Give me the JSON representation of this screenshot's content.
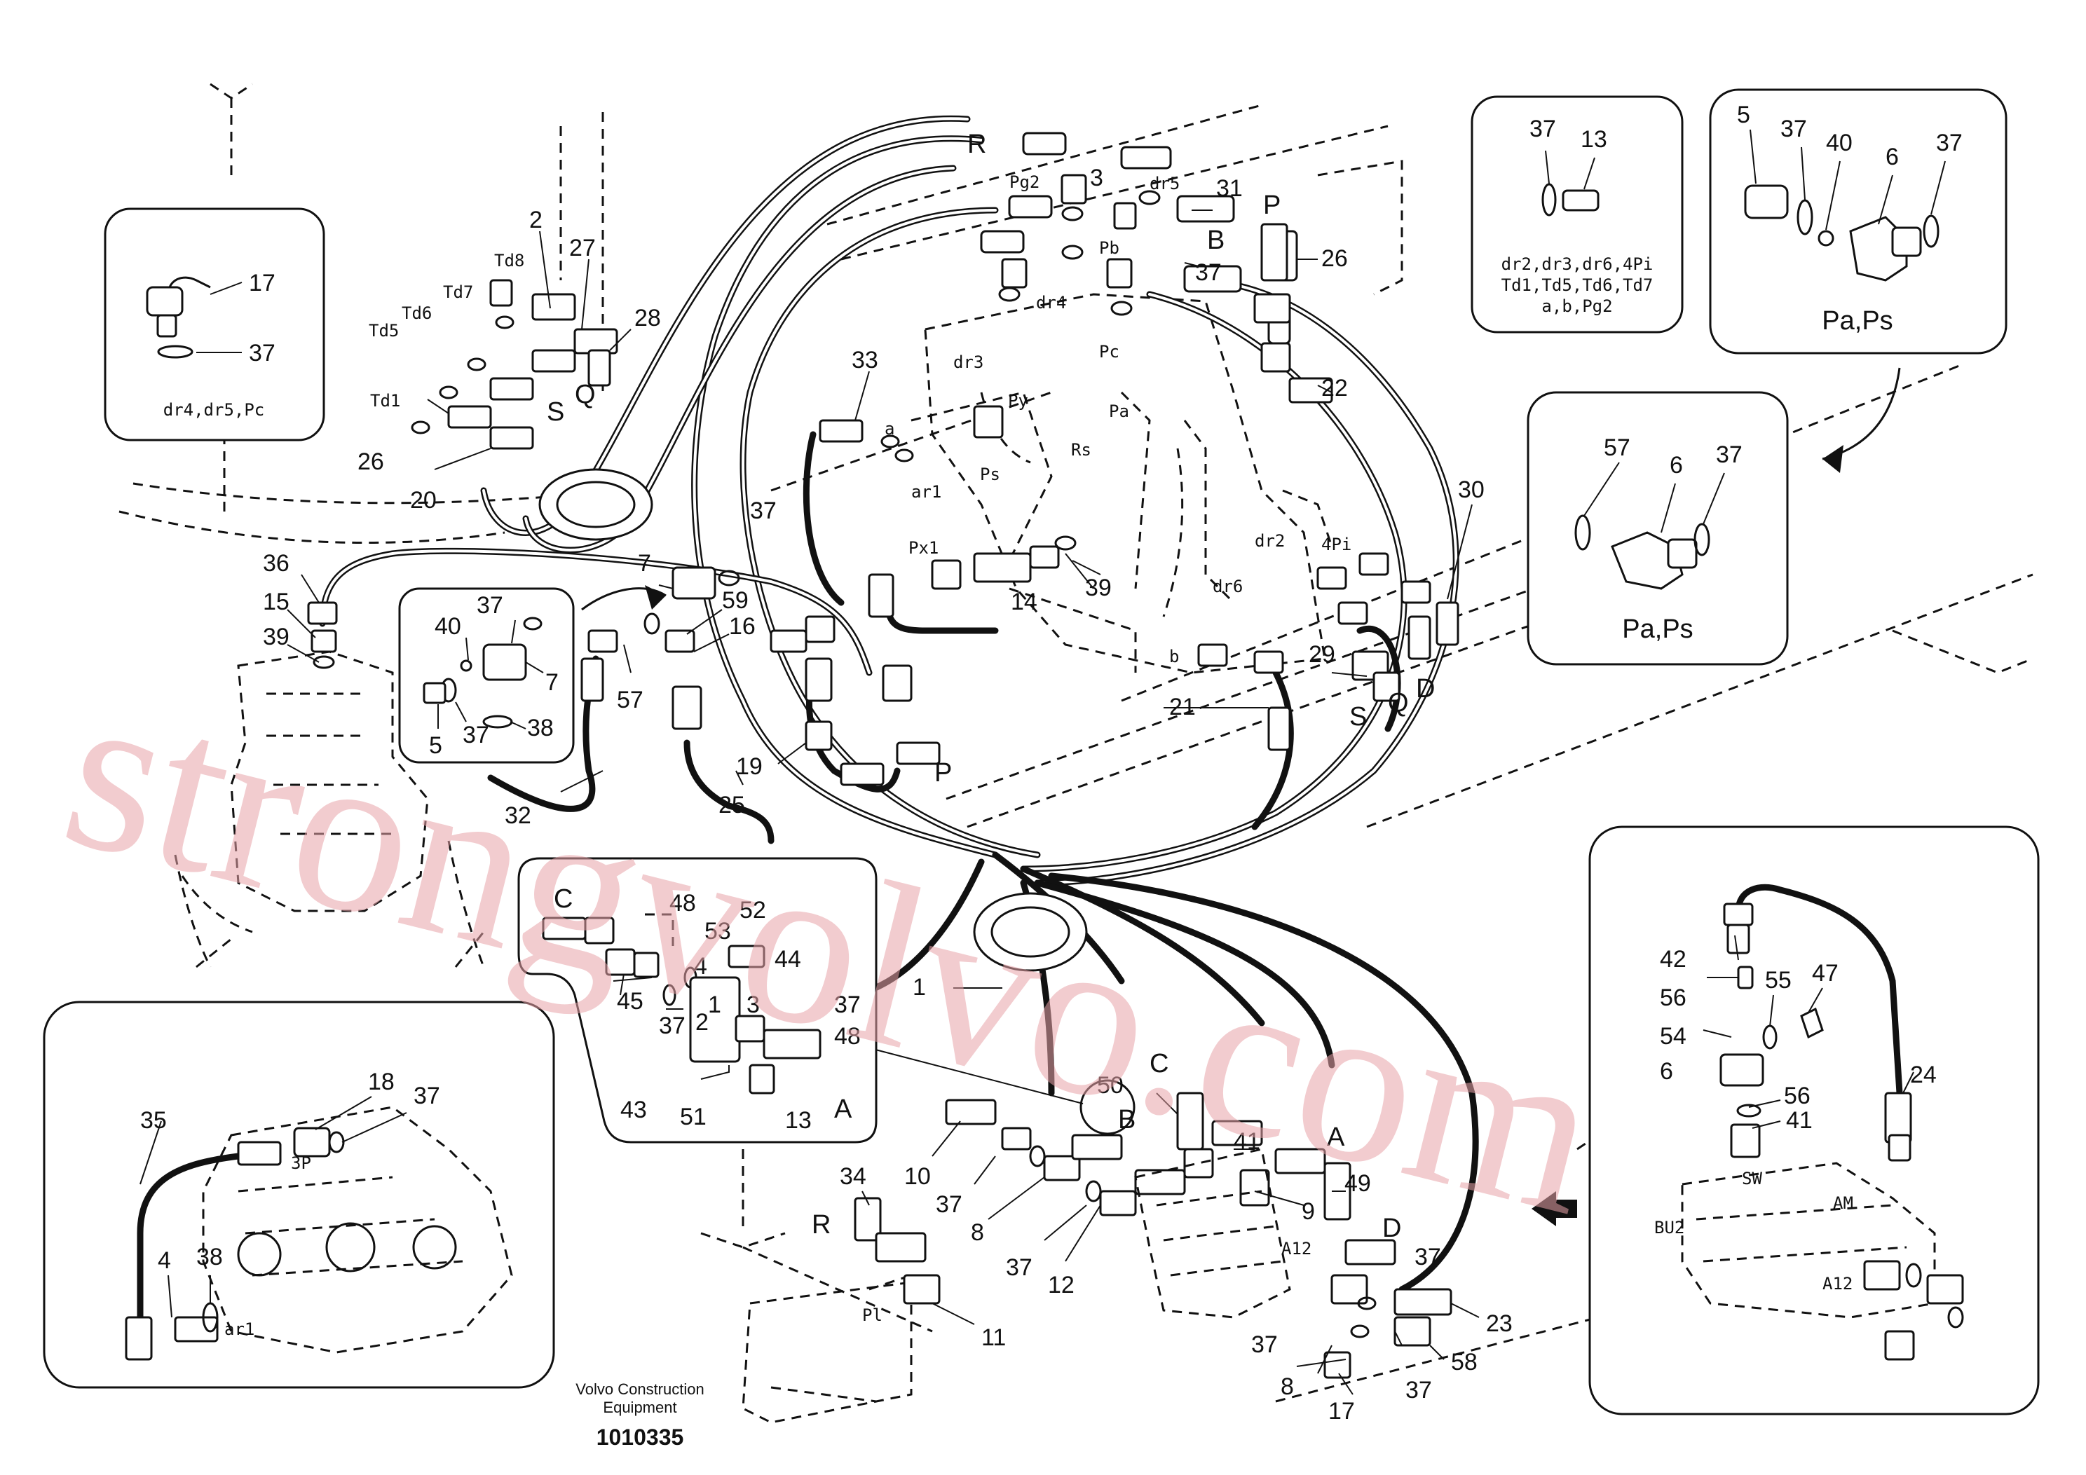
{
  "watermark": "strongvolvo.com",
  "footer": {
    "company_line1": "Volvo Construction",
    "company_line2": "Equipment",
    "drawing_number": "1010335"
  },
  "insets": {
    "dr4_dr5_pc": {
      "parts": [
        "17",
        "37"
      ],
      "caption": "dr4,dr5,Pc"
    },
    "dr2_group": {
      "parts": [
        "37",
        "13"
      ],
      "caption_lines": [
        "dr2,dr3,dr6,4Pi",
        "Td1,Td5,Td6,Td7",
        "a,b,Pg2"
      ]
    },
    "pa_ps_top": {
      "parts": [
        "5",
        "37",
        "40",
        "6",
        "37"
      ],
      "caption": "Pa,Ps"
    },
    "pa_ps_mid": {
      "parts": [
        "57",
        "6",
        "37"
      ],
      "caption": "Pa,Ps"
    },
    "valve_small": {
      "parts": [
        "37",
        "40",
        "7",
        "5",
        "37",
        "38"
      ]
    },
    "valve_block": {
      "parts": [
        "C",
        "48",
        "52",
        "53",
        "44",
        "4",
        "45",
        "37",
        "2",
        "1",
        "3",
        "37",
        "48",
        "43",
        "51",
        "13",
        "A"
      ]
    },
    "pump_left": {
      "parts": [
        "18",
        "37",
        "35",
        "3P",
        "4",
        "38",
        "ar1"
      ]
    },
    "control_right": {
      "parts": [
        "42",
        "55",
        "47",
        "56",
        "54",
        "6",
        "56",
        "41",
        "24",
        "SW",
        "AM",
        "BU2",
        "A12"
      ]
    }
  },
  "main_callouts": [
    "2",
    "27",
    "28",
    "Td8",
    "Td7",
    "Td6",
    "Td5",
    "Td1",
    "S",
    "Q",
    "26",
    "20",
    "R",
    "Pg2",
    "3",
    "dr5",
    "31",
    "B",
    "Pb",
    "37",
    "dr4",
    "Pc",
    "dr3",
    "P",
    "26",
    "22",
    "33",
    "a",
    "ar1",
    "Py",
    "Pa",
    "Rs",
    "Ps",
    "Px1",
    "14",
    "39",
    "dr2",
    "4Pi",
    "dr6",
    "b",
    "30",
    "36",
    "15",
    "39",
    "7",
    "37",
    "59",
    "16",
    "57",
    "25",
    "19",
    "P",
    "29",
    "S",
    "Q",
    "D",
    "21",
    "32",
    "1",
    "50",
    "C",
    "B",
    "41",
    "A",
    "49",
    "D",
    "10",
    "37",
    "8",
    "37",
    "12",
    "9",
    "34",
    "R",
    "11",
    "Pl",
    "A12",
    "37",
    "37",
    "8",
    "23",
    "58",
    "37",
    "17"
  ]
}
